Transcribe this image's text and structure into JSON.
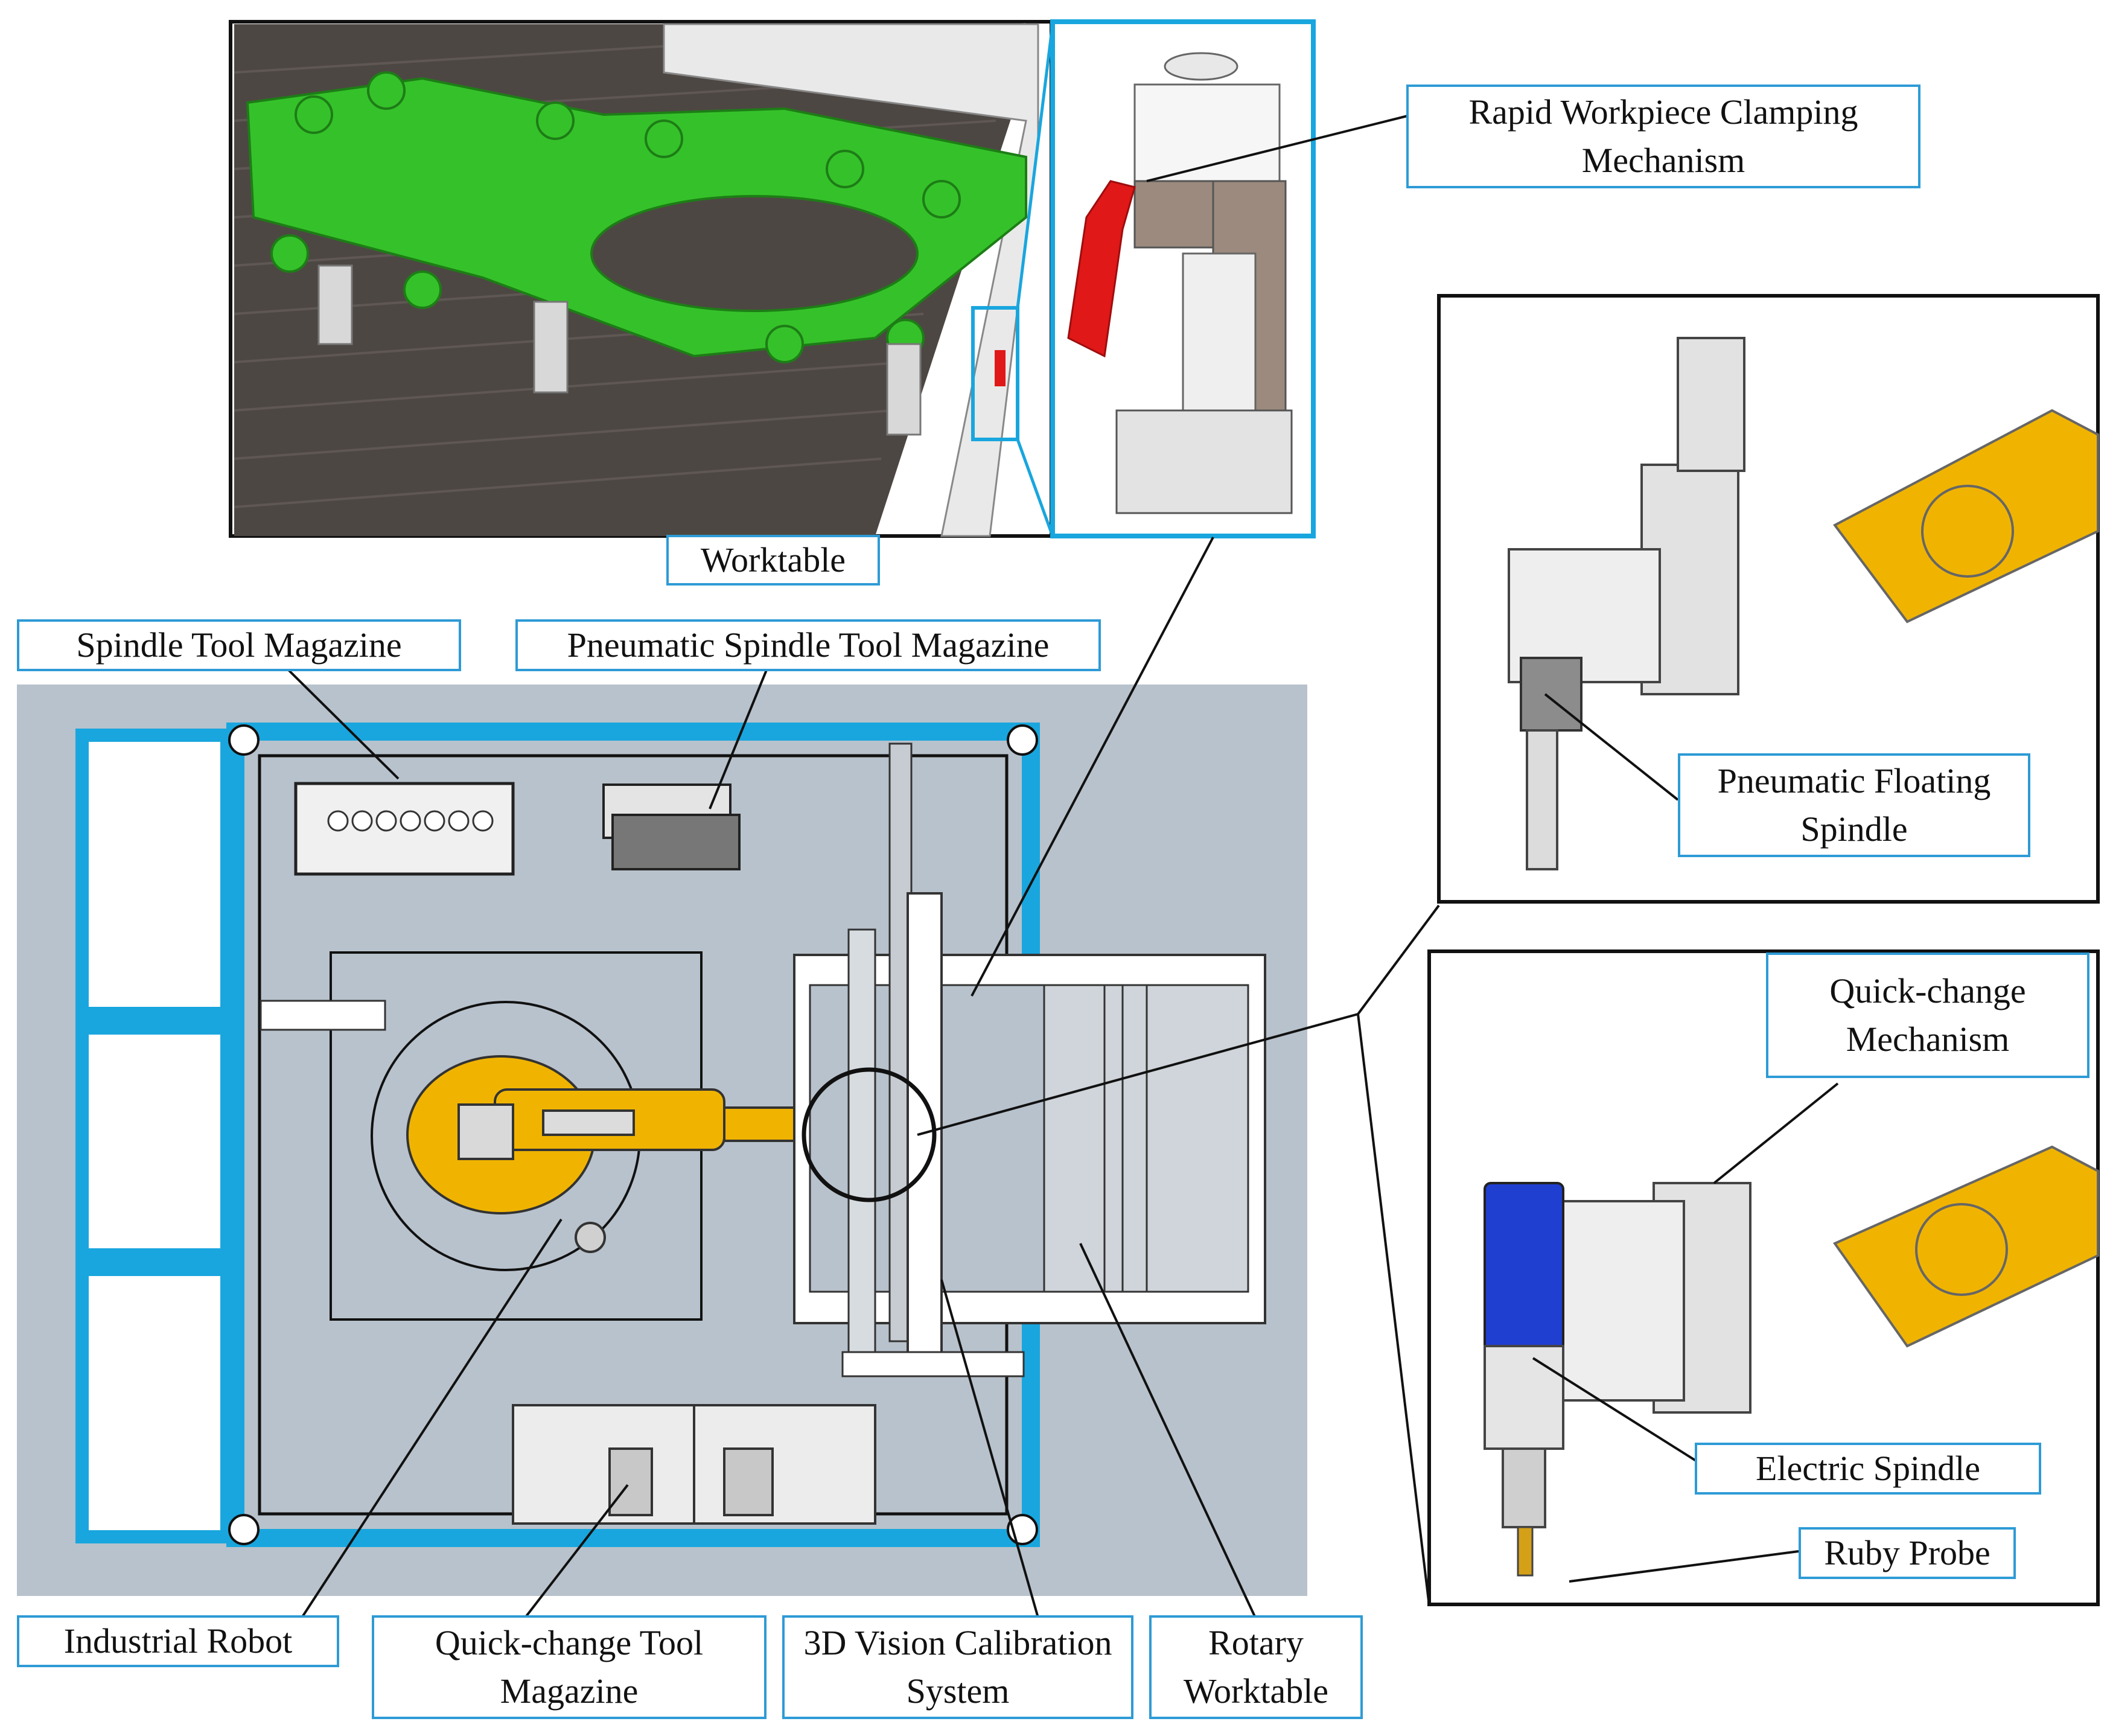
{
  "labels": {
    "worktable": "Worktable",
    "rapid_clamp": "Rapid Workpiece Clamping Mechanism",
    "spindle_tool_magazine": "Spindle Tool Magazine",
    "pneumatic_spindle_tool_magazine": "Pneumatic Spindle Tool Magazine",
    "pneumatic_floating_spindle": "Pneumatic Floating Spindle",
    "quick_change_mechanism": "Quick-change Mechanism",
    "electric_spindle": "Electric Spindle",
    "ruby_probe": "Ruby Probe",
    "industrial_robot": "Industrial Robot",
    "quick_change_tool_magazine": "Quick-change Tool Magazine",
    "vision_calibration": "3D Vision Calibration System",
    "rotary_worktable": "Rotary Worktable"
  },
  "colors": {
    "frame_blue": "#19a6de",
    "callout_border": "#2e9bd6",
    "floor_gray": "#b8c2cc",
    "robot_yellow": "#f0b400",
    "workpiece_green": "#35c12a",
    "clamp_red": "#e01818",
    "spindle_blue": "#1f3fd0"
  }
}
